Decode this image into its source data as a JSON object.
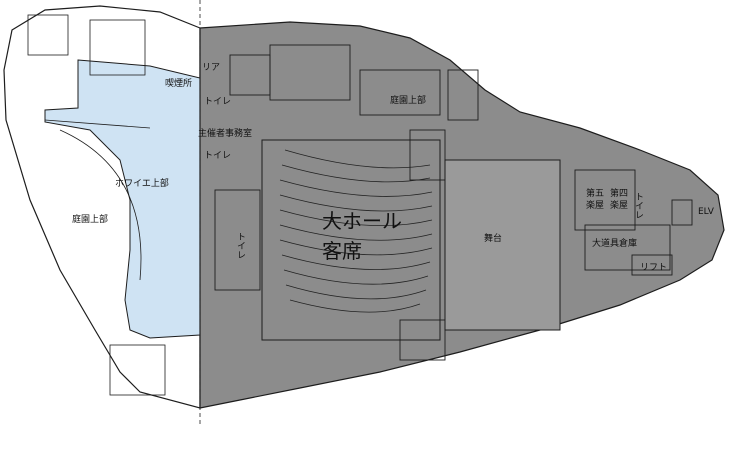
{
  "labels": {
    "smoking_room": "喫煙所",
    "area_partial": "リア",
    "toilet_1": "トイレ",
    "organizer_office": "主催者事務室",
    "toilet_2": "トイレ",
    "foyer_upper": "ホワイエ上部",
    "garden_upper_left": "庭園上部",
    "garden_upper_right": "庭園上部",
    "toilet_3": "トイレ",
    "main_hall_line1": "大ホール",
    "main_hall_line2": "客席",
    "stage": "舞台",
    "dressing_5": "第五\n楽屋",
    "dressing_4": "第四\n楽屋",
    "toilet_4": "トイレ",
    "elv": "ELV",
    "large_props_storage": "大道具倉庫",
    "lift": "リフト"
  },
  "colors": {
    "gray_zone": "#8c8c8c",
    "gray_dark": "#6f6f6f",
    "foyer_blue": "#cfe3f3",
    "stage_fill": "#9a9a9a",
    "line": "#1d1d1d"
  }
}
